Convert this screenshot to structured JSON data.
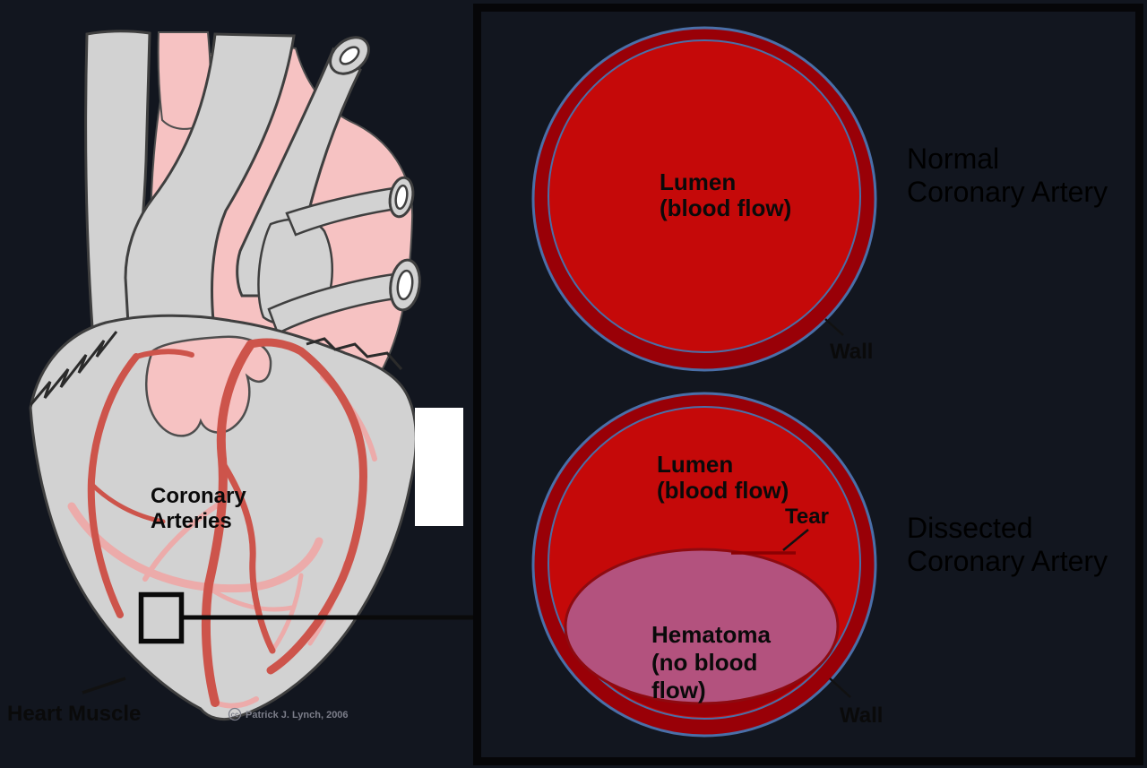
{
  "colors": {
    "background": "#12161f",
    "panel_border": "#060608",
    "heart_gray": "#d2d2d2",
    "heart_outline": "#3f3f3f",
    "pink": "#f6c2c2",
    "pink_outline": "#4e4e4e",
    "artery_red": "#cd544b",
    "artery_light_pink": "#ecabaa",
    "vessel_lumen_white": "#ffffff",
    "wall_dark_red": "#990007",
    "lumen_red": "#c50909",
    "wall_blue_outline": "#4a6fa8",
    "hematoma_pink": "#b3527e",
    "hematoma_edge_red": "#8e0a10",
    "tear_red": "#8b0003",
    "label_black": "#0a0a0a",
    "attribution_gray": "#7b7d89",
    "callout_white": "#ffffff"
  },
  "heart_panel": {
    "coronary_arteries_label_line1": "Coronary",
    "coronary_arteries_label_line2": "Arteries",
    "heart_muscle_label": "Heart Muscle",
    "attribution_cc": "cc",
    "attribution_text": "Patrick J. Lynch, 2006"
  },
  "artery_panel": {
    "normal": {
      "title_line1": "Normal",
      "title_line2": "Coronary Artery",
      "lumen_label_line1": "Lumen",
      "lumen_label_line2": "(blood flow)",
      "wall_label": "Wall"
    },
    "dissected": {
      "title_line1": "Dissected",
      "title_line2": "Coronary Artery",
      "lumen_label_line1": "Lumen",
      "lumen_label_line2": "(blood flow)",
      "tear_label": "Tear",
      "hematoma_label_line1": "Hematoma",
      "hematoma_label_line2": "(no blood",
      "hematoma_label_line3": "flow)",
      "wall_label": "Wall"
    }
  }
}
